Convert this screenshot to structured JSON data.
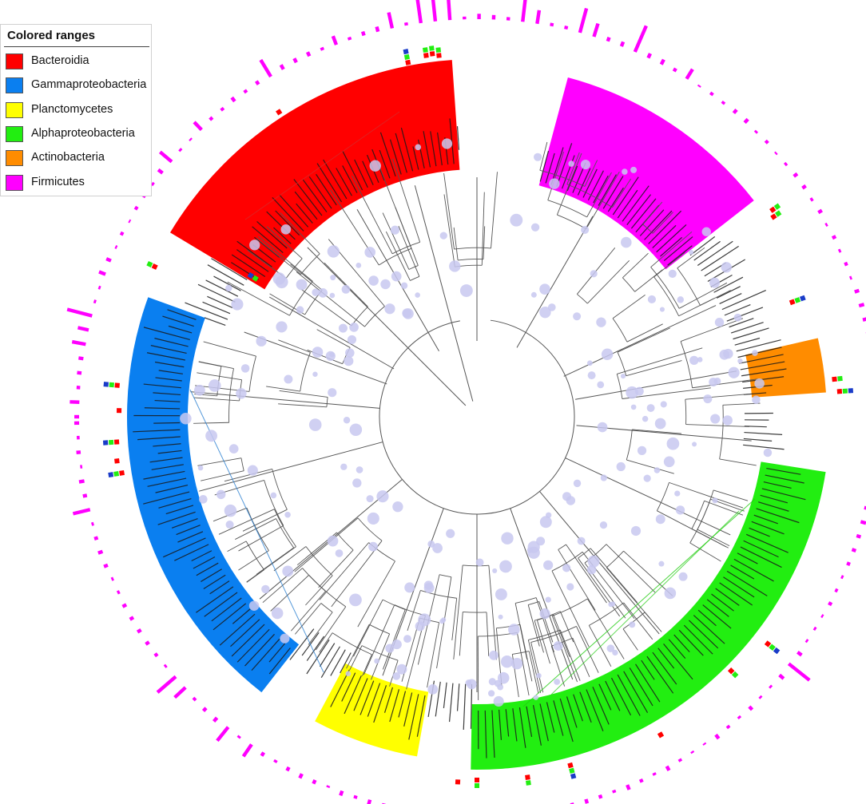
{
  "legend": {
    "title": "Colored ranges",
    "items": [
      {
        "label": "Bacteroidia",
        "color": "#ff0000"
      },
      {
        "label": "Gammaproteobacteria",
        "color": "#0a7ff0"
      },
      {
        "label": "Planctomycetes",
        "color": "#ffff00"
      },
      {
        "label": "Alphaproteobacteria",
        "color": "#22ee11"
      },
      {
        "label": "Actinobacteria",
        "color": "#ff8c00"
      },
      {
        "label": "Firmicutes",
        "color": "#ff00ff"
      }
    ]
  },
  "colors": {
    "branch": "#555555",
    "node_circle": "#c8c8f0",
    "outer_bar": "#ff00ff",
    "marker_red": "#ff0000",
    "marker_green": "#22ee11",
    "marker_blue": "#1a3cc8"
  }
}
